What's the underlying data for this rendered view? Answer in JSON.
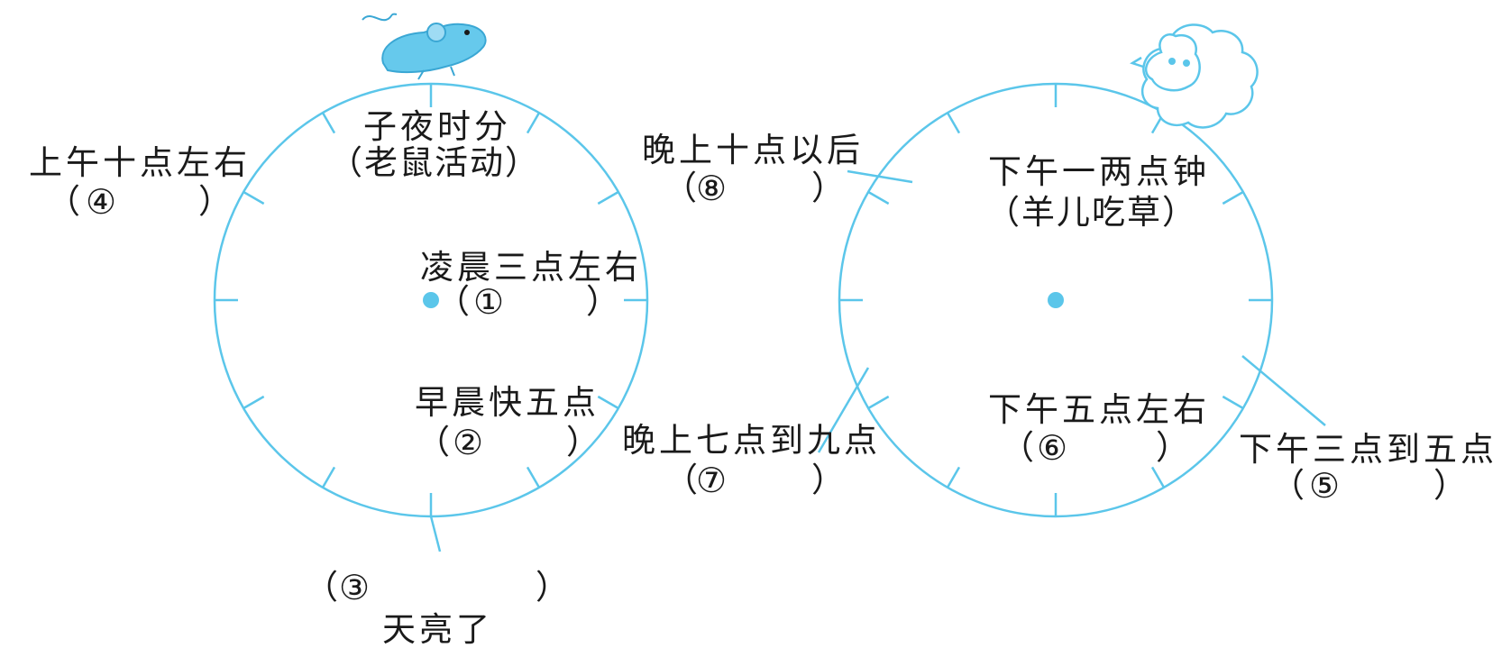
{
  "colors": {
    "clock": "#5bc6ea",
    "text": "#1a1a1a"
  },
  "left_clock": {
    "label_top": "子夜时分",
    "label_top_activity": "（老鼠活动）",
    "label_1": "凌晨三点左右",
    "marker_1": "①",
    "label_2": "早晨快五点",
    "marker_2": "②",
    "marker_3": "③",
    "label_3": "天亮了",
    "label_4": "上午十点左右",
    "marker_4": "④",
    "icon": "mouse-icon"
  },
  "right_clock": {
    "label_top": "下午一两点钟",
    "label_top_activity": "（羊儿吃草）",
    "label_6": "下午五点左右",
    "marker_6": "⑥",
    "label_5": "下午三点到五点",
    "marker_5": "⑤",
    "label_7": "晚上七点到九点",
    "marker_7": "⑦",
    "label_8": "晚上十点以后",
    "marker_8": "⑧",
    "icon": "sheep-icon"
  },
  "paren_open": "（",
  "paren_close": "）"
}
